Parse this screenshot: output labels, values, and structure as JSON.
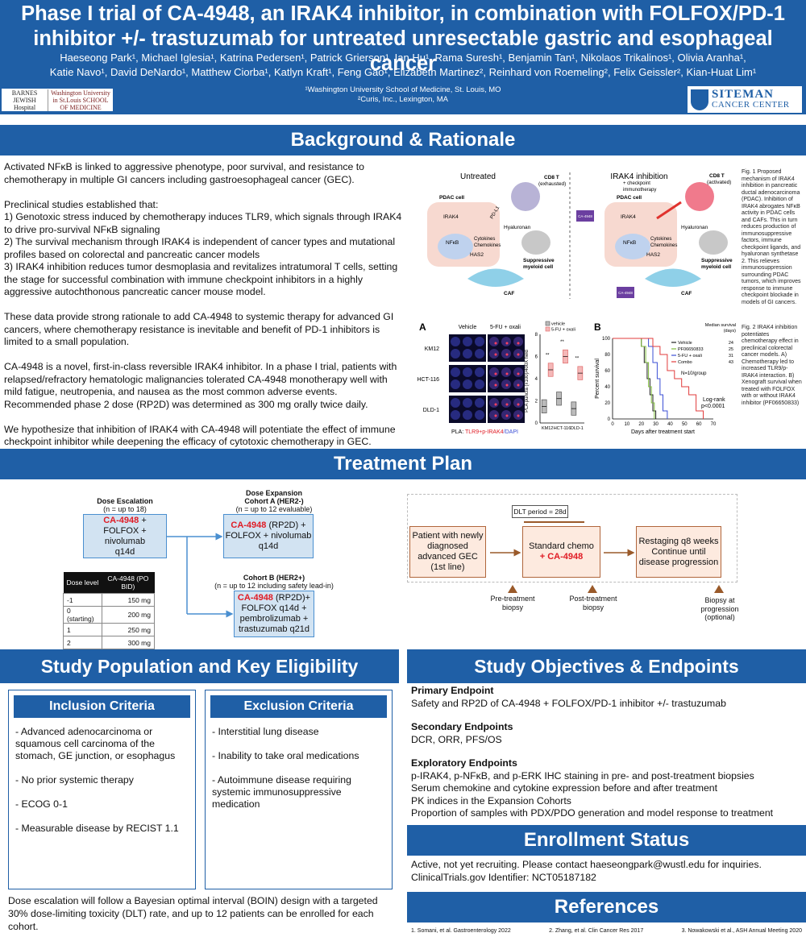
{
  "header": {
    "title_line1": "Phase I trial of CA-4948, an IRAK4 inhibitor, in combination with FOLFOX/PD-1",
    "title_line2": "inhibitor +/- trastuzumab for untreated unresectable gastric and esophageal cancer",
    "authors_line1": "Haeseong Park¹, Michael Iglesia¹, Katrina Pedersen¹, Patrick Grierson¹, Ian Hu¹, Rama Suresh¹, Benjamin Tan¹, Nikolaos Trikalinos¹, Olivia Aranha¹,",
    "authors_line2": "Katie Navo¹, David DeNardo¹, Matthew Ciorba¹, Katlyn Kraft¹, Feng Gao¹, Elizabeth Martinez², Reinhard von Roemeling², Felix Geissler², Kian-Huat Lim¹",
    "affil1": "¹Washington University School of Medicine, St. Louis, MO",
    "affil2": "²Curis, Inc., Lexington, MA",
    "logo_left_a": "BARNES JEWISH Hospital",
    "logo_left_b": "Washington University in St.Louis SCHOOL OF MEDICINE",
    "logo_right_a": "SITEMAN",
    "logo_right_b": "CANCER CENTER"
  },
  "sections": {
    "background": "Background & Rationale",
    "treatment": "Treatment Plan",
    "population": "Study Population and Key Eligibility",
    "objectives": "Study Objectives & Endpoints",
    "enrollment": "Enrollment Status",
    "references": "References"
  },
  "background": {
    "p1": "Activated NFκB is linked to aggressive phenotype, poor survival, and resistance to chemotherapy in multiple GI cancers including gastroesophageal cancer (GEC).",
    "p2_intro": "Preclinical studies established that:",
    "p2_1": "1) Genotoxic stress induced by chemotherapy induces TLR9, which signals through IRAK4 to drive pro-survival NFκB signaling",
    "p2_2": "2) The survival mechanism through IRAK4 is independent of cancer types and mutational profiles based on colorectal and pancreatic cancer models",
    "p2_3": "3) IRAK4 inhibition reduces tumor desmoplasia and revitalizes intratumoral T cells, setting the stage for successful combination with immune checkpoint inhibitors in a highly aggressive autochthonous pancreatic cancer mouse model.",
    "p3": "These data provide strong rationale to add CA-4948 to systemic therapy for advanced GI cancers, where chemotherapy resistance is inevitable and benefit of PD-1 inhibitors is limited to a small population.",
    "p4": "CA-4948 is a novel, first-in-class reversible IRAK4 inhibitor. In a phase I trial, patients with relapsed/refractory hematologic malignancies tolerated CA-4948 monotherapy well with mild fatigue, neutropenia, and nausea as the most common adverse events. Recommended phase 2 dose (RP2D) was determined as 300 mg orally twice daily.",
    "p5": "We hypothesize that inhibition of IRAK4 with CA-4948 will potentiate the effect of immune checkpoint inhibitor while deepening the efficacy of cytotoxic chemotherapy in GEC."
  },
  "fig1": {
    "left_title": "Untreated",
    "right_title": "IRAK4 inhibition",
    "pdac_cell": "PDAC cell",
    "irak4": "IRAK4",
    "nfkb": "NFκB",
    "has2": "HAS2",
    "cytokines": "Cytokines",
    "chemokines": "Chemokines",
    "hyaluronan": "Hyaluronan",
    "cd8_exhausted_a": "CD8 T",
    "cd8_exhausted_b": "(exhausted)",
    "cd8_activated_b": "(activated)",
    "pdl1": "PD-L1",
    "suppressive_a": "Suppressive",
    "suppressive_b": "myeloid cell",
    "caf": "CAF",
    "checkpoint_a": "+ checkpoint",
    "checkpoint_b": "immunotherapy",
    "drug": "CA-4948",
    "caption": "Fig. 1 Proposed mechanism of IRAK4 inhibition in pancreatic ductal adenocarcinoma (PDAC). Inhibition of IRAK4 abrogates NFκB activity in PDAC cells and CAFs. This in turn reduces production of immunosuppressive factors, immune checkpoint ligands, and hyaluronan synthetase 2. This relieves immunosuppression surrounding PDAC tumors, which improves response to immune checkpoint blockade in models of GI cancers."
  },
  "fig2": {
    "panel_a": "A",
    "panel_b": "B",
    "col1": "Vehicle",
    "col2": "5-FU + oxali",
    "rows": [
      "KM12",
      "HCT-116",
      "DLD-1"
    ],
    "pla_label_a": "PLA: ",
    "pla_label_b": "TLR9+p-IRAK4",
    "pla_label_c": "/DAPI",
    "box_ylabel": "PLA puncta (x100)/400X field",
    "box_yticks": [
      "0",
      "2",
      "4",
      "6",
      "8"
    ],
    "box_legend": [
      "vehicle",
      "5-FU + oxali"
    ],
    "box_sig": "**",
    "km_ylabel": "Percent survival",
    "km_xlabel": "Days after treatment start",
    "km_xticks": [
      "0",
      "10",
      "20",
      "30",
      "40",
      "50",
      "60",
      "70"
    ],
    "km_yticks": [
      "0",
      "20",
      "40",
      "60",
      "80",
      "100"
    ],
    "median_head_a": "Median survival",
    "median_head_b": "(days)",
    "n_label": "N=10/group",
    "logrank_a": "Log-rank",
    "logrank_b": "p<0.0001",
    "caption": "Fig. 2 IRAK4 inhibition potentiates chemotherapy effect in preclinical colorectal cancer models. A) Chemotherapy led to increased TLR9/p-IRAK4 interaction. B) Xenograft survival when treated with FOLFOX with or without IRAK4 inhibitor (PF06650833)"
  },
  "chart_data": [
    {
      "type": "box",
      "categories": [
        "KM12",
        "HCT-116",
        "DLD-1"
      ],
      "ylabel": "PLA puncta (x100)/400X field",
      "ylim": [
        0,
        8
      ],
      "series": [
        {
          "name": "vehicle",
          "values": [
            1.5,
            2.2,
            1.3
          ],
          "color": "#555555"
        },
        {
          "name": "5-FU + oxali",
          "values": [
            4.8,
            6.0,
            4.5
          ],
          "color": "#e06666"
        }
      ]
    },
    {
      "type": "line",
      "xlabel": "Days after treatment start",
      "ylabel": "Percent survival",
      "xlim": [
        0,
        70
      ],
      "ylim": [
        0,
        100
      ],
      "series": [
        {
          "name": "Vehicle",
          "median": 24,
          "color": "#222222",
          "points": [
            [
              0,
              100
            ],
            [
              20,
              100
            ],
            [
              20,
              90
            ],
            [
              22,
              90
            ],
            [
              22,
              70
            ],
            [
              24,
              70
            ],
            [
              24,
              50
            ],
            [
              26,
              50
            ],
            [
              26,
              30
            ],
            [
              28,
              30
            ],
            [
              28,
              10
            ],
            [
              30,
              10
            ],
            [
              30,
              0
            ]
          ]
        },
        {
          "name": "PF06650833",
          "median": 25,
          "color": "#7dba3a",
          "points": [
            [
              0,
              100
            ],
            [
              20,
              100
            ],
            [
              20,
              90
            ],
            [
              23,
              90
            ],
            [
              23,
              70
            ],
            [
              25,
              70
            ],
            [
              25,
              40
            ],
            [
              27,
              40
            ],
            [
              27,
              20
            ],
            [
              29,
              20
            ],
            [
              29,
              0
            ]
          ]
        },
        {
          "name": "5-FU + oxali",
          "median": 31,
          "color": "#3b4fd6",
          "points": [
            [
              0,
              100
            ],
            [
              25,
              100
            ],
            [
              25,
              90
            ],
            [
              28,
              90
            ],
            [
              28,
              70
            ],
            [
              31,
              70
            ],
            [
              31,
              50
            ],
            [
              33,
              50
            ],
            [
              33,
              30
            ],
            [
              35,
              30
            ],
            [
              35,
              10
            ],
            [
              38,
              10
            ],
            [
              38,
              0
            ]
          ]
        },
        {
          "name": "Combo",
          "median": 43,
          "color": "#e23b3b",
          "points": [
            [
              0,
              100
            ],
            [
              28,
              100
            ],
            [
              28,
              90
            ],
            [
              33,
              90
            ],
            [
              33,
              80
            ],
            [
              38,
              80
            ],
            [
              38,
              60
            ],
            [
              43,
              60
            ],
            [
              43,
              50
            ],
            [
              48,
              50
            ],
            [
              48,
              40
            ],
            [
              53,
              40
            ],
            [
              53,
              30
            ],
            [
              58,
              30
            ],
            [
              58,
              10
            ],
            [
              63,
              10
            ],
            [
              63,
              0
            ]
          ]
        }
      ]
    }
  ],
  "treatment": {
    "escalation_title": "Dose Escalation",
    "escalation_n": "(n = up to 18)",
    "escalation_drug": "CA-4948",
    "escalation_rest_a": " +",
    "escalation_rest_b": "FOLFOX + nivolumab",
    "escalation_rest_c": "q14d",
    "cohortA_title_a": "Dose Expansion",
    "cohortA_title_b": "Cohort A (HER2-)",
    "cohortA_n": "(n = up to 12 evaluable)",
    "cohortA_drug": "CA-4948",
    "cohortA_rest_a": " (RP2D) +",
    "cohortA_rest_b": "FOLFOX + nivolumab",
    "cohortA_rest_c": "q14d",
    "cohortB_title": "Cohort B (HER2+)",
    "cohortB_n": "(n = up to 12 including safety lead-in)",
    "cohortB_drug": "CA-4948",
    "cohortB_rest_a": " (RP2D)+",
    "cohortB_rest_b": "FOLFOX q14d +",
    "cohortB_rest_c": "pembrolizumab +",
    "cohortB_rest_d": "trastuzumab q21d",
    "table_headers": [
      "Dose level",
      "CA-4948 (PO BID)"
    ],
    "table_rows": [
      [
        "-1",
        "150 mg"
      ],
      [
        "0 (starting)",
        "200 mg"
      ],
      [
        "1",
        "250 mg"
      ],
      [
        "2",
        "300 mg"
      ]
    ],
    "dlt": "DLT period = 28d",
    "patient_a": "Patient with newly",
    "patient_b": "diagnosed",
    "patient_c": "advanced GEC",
    "patient_d": "(1st line)",
    "chemo_a": "Standard chemo",
    "chemo_b": "+ CA-4948",
    "restage_a": "Restaging q8 weeks",
    "restage_b": "Continue until",
    "restage_c": "disease progression",
    "biopsy1_a": "Pre-treatment",
    "biopsy1_b": "biopsy",
    "biopsy2_a": "Post-treatment",
    "biopsy2_b": "biopsy",
    "biopsy3_a": "Biopsy at",
    "biopsy3_b": "progression",
    "biopsy3_c": "(optional)"
  },
  "population": {
    "inclusion_title": "Inclusion Criteria",
    "inclusion": [
      "- Advanced adenocarcinoma or squamous cell carcinoma of the stomach, GE junction, or esophagus",
      "- No prior systemic therapy",
      "- ECOG 0-1",
      "- Measurable disease by RECIST 1.1"
    ],
    "exclusion_title": "Exclusion Criteria",
    "exclusion": [
      "- Interstitial lung disease",
      "- Inability to take oral medications",
      "- Autoimmune disease requiring systemic immunosuppressive medication"
    ],
    "note": "Dose escalation will follow a Bayesian optimal interval (BOIN) design with a targeted 30% dose-limiting toxicity (DLT) rate, and up to 12 patients can be enrolled for each cohort."
  },
  "objectives": {
    "primary_title": "Primary Endpoint",
    "primary": "Safety and RP2D of CA-4948 + FOLFOX/PD-1 inhibitor +/- trastuzumab",
    "secondary_title": "Secondary Endpoints",
    "secondary": "DCR, ORR, PFS/OS",
    "exploratory_title": "Exploratory Endpoints",
    "exploratory": [
      "p-IRAK4, p-NFκB, and p-ERK IHC staining in pre- and post-treatment biopsies",
      "Serum chemokine and cytokine expression before and after treatment",
      "PK indices in the Expansion Cohorts",
      "Proportion of samples with PDX/PDO generation and model response to treatment"
    ]
  },
  "enrollment": {
    "line1": "Active, not yet recruiting. Please contact haeseongpark@wustl.edu for inquiries.",
    "line2": "ClinicalTrials.gov Identifier: NCT05187182"
  },
  "references": [
    "1. Somani, et al. Gastroenterology 2022",
    "2. Zhang, et al. Clin Cancer Res 2017",
    "3. Nowakowski et al., ASH Annual Meeting 2020"
  ],
  "colors": {
    "brand_blue": "#1f5fa6",
    "box_blue": "#d2e3f2",
    "box_peach": "#fdeadf",
    "drug_red": "#e01b24"
  }
}
